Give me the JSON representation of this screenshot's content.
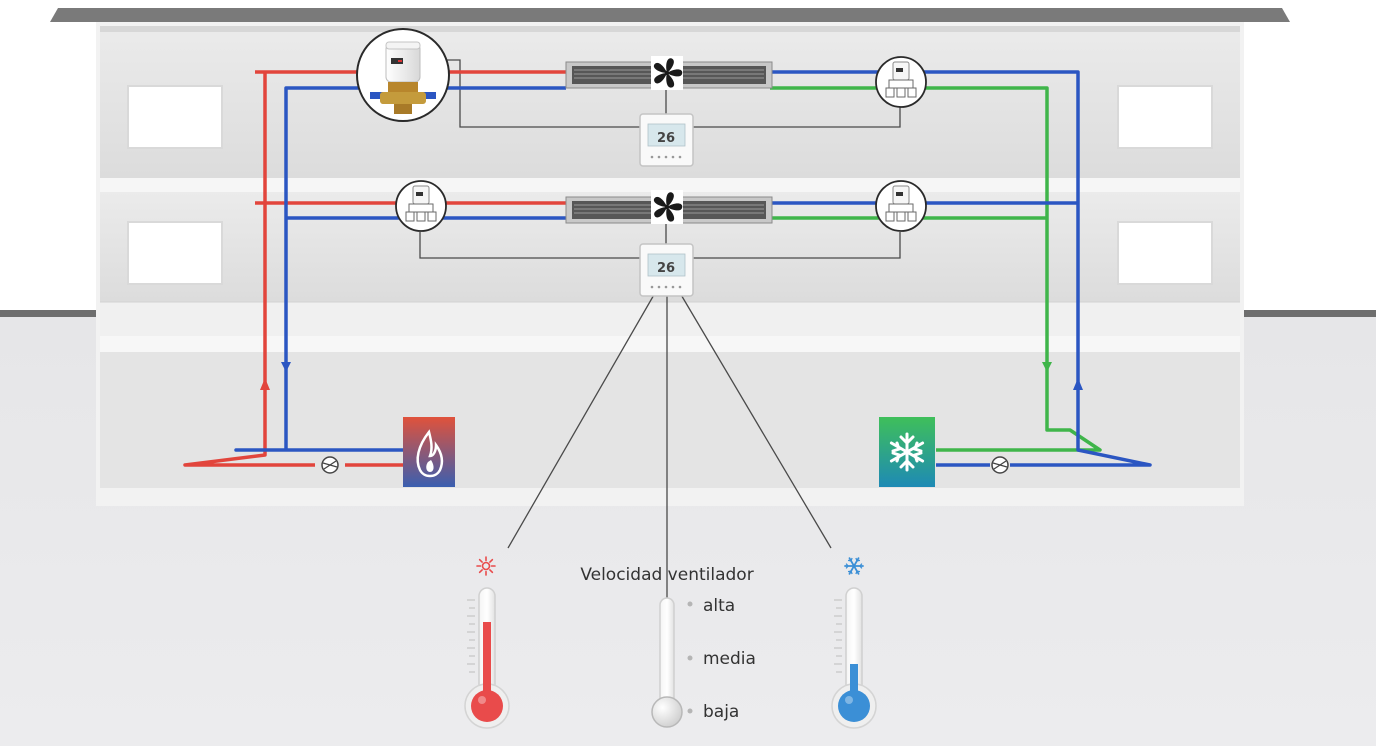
{
  "lcd_reading": "26",
  "fan_speed": {
    "title": "Velocidad ventilador",
    "levels": [
      "alta",
      "media",
      "baja"
    ],
    "current": "baja"
  },
  "thermometers": {
    "heating": {
      "icon": "sun-icon",
      "level": 0.72,
      "color": "#e94b4b"
    },
    "cooling": {
      "icon": "snowflake-icon",
      "level": 0.3,
      "color": "#3b8fd6"
    }
  },
  "colors": {
    "hot_pipe": "#e2453c",
    "return_pipe": "#2b56c2",
    "cold_pipe": "#3fb54a",
    "boiler_top": "#e0523b",
    "boiler_bottom": "#3a5fb0",
    "chiller_top": "#3fbf5a",
    "chiller_bottom": "#1e8ab5"
  }
}
